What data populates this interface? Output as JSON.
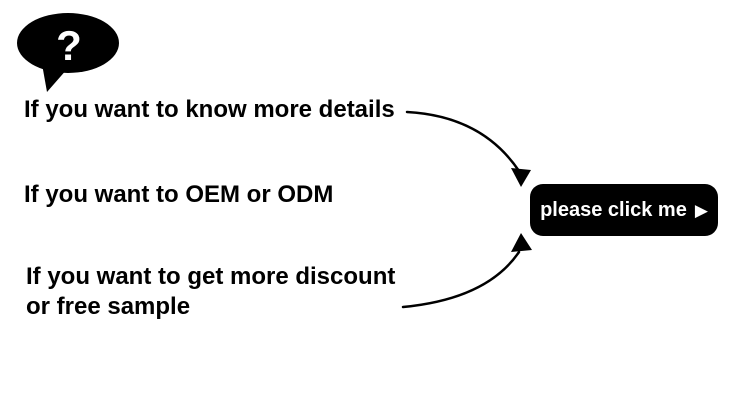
{
  "colors": {
    "background": "#ffffff",
    "ink": "#000000",
    "button_bg": "#000000",
    "button_text": "#ffffff"
  },
  "bubble": {
    "question_mark": "?"
  },
  "prompts": [
    {
      "lines": [
        "If you want to know more details"
      ]
    },
    {
      "lines": [
        "If you want to OEM or ODM"
      ]
    },
    {
      "lines": [
        "If you want to get more discount",
        "or free sample"
      ]
    }
  ],
  "button": {
    "label": "please click me",
    "play_icon": "▶"
  }
}
